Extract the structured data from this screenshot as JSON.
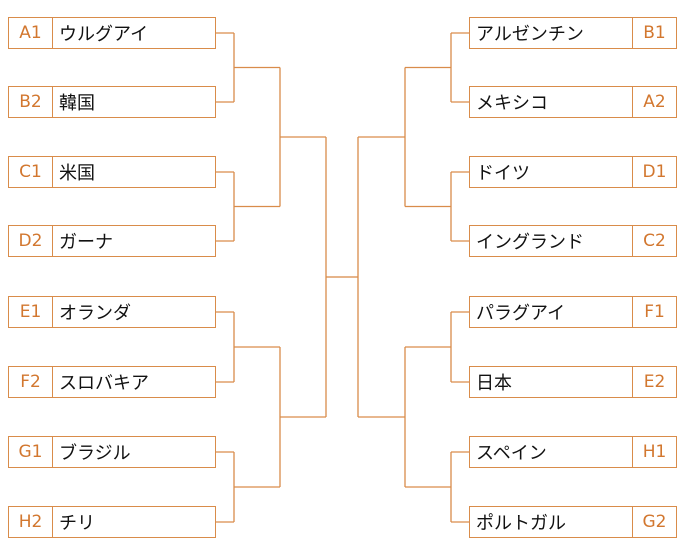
{
  "accent_color": "#d98c4a",
  "seed_color": "#d2772f",
  "left": [
    {
      "seed": "A1",
      "name": "ウルグアイ"
    },
    {
      "seed": "B2",
      "name": "韓国"
    },
    {
      "seed": "C1",
      "name": "米国"
    },
    {
      "seed": "D2",
      "name": "ガーナ"
    },
    {
      "seed": "E1",
      "name": "オランダ"
    },
    {
      "seed": "F2",
      "name": "スロバキア"
    },
    {
      "seed": "G1",
      "name": "ブラジル"
    },
    {
      "seed": "H2",
      "name": "チリ"
    }
  ],
  "right": [
    {
      "seed": "B1",
      "name": "アルゼンチン"
    },
    {
      "seed": "A2",
      "name": "メキシコ"
    },
    {
      "seed": "D1",
      "name": "ドイツ"
    },
    {
      "seed": "C2",
      "name": "イングランド"
    },
    {
      "seed": "F1",
      "name": "パラグアイ"
    },
    {
      "seed": "E2",
      "name": "日本"
    },
    {
      "seed": "H1",
      "name": "スペイン"
    },
    {
      "seed": "G2",
      "name": "ポルトガル"
    }
  ]
}
